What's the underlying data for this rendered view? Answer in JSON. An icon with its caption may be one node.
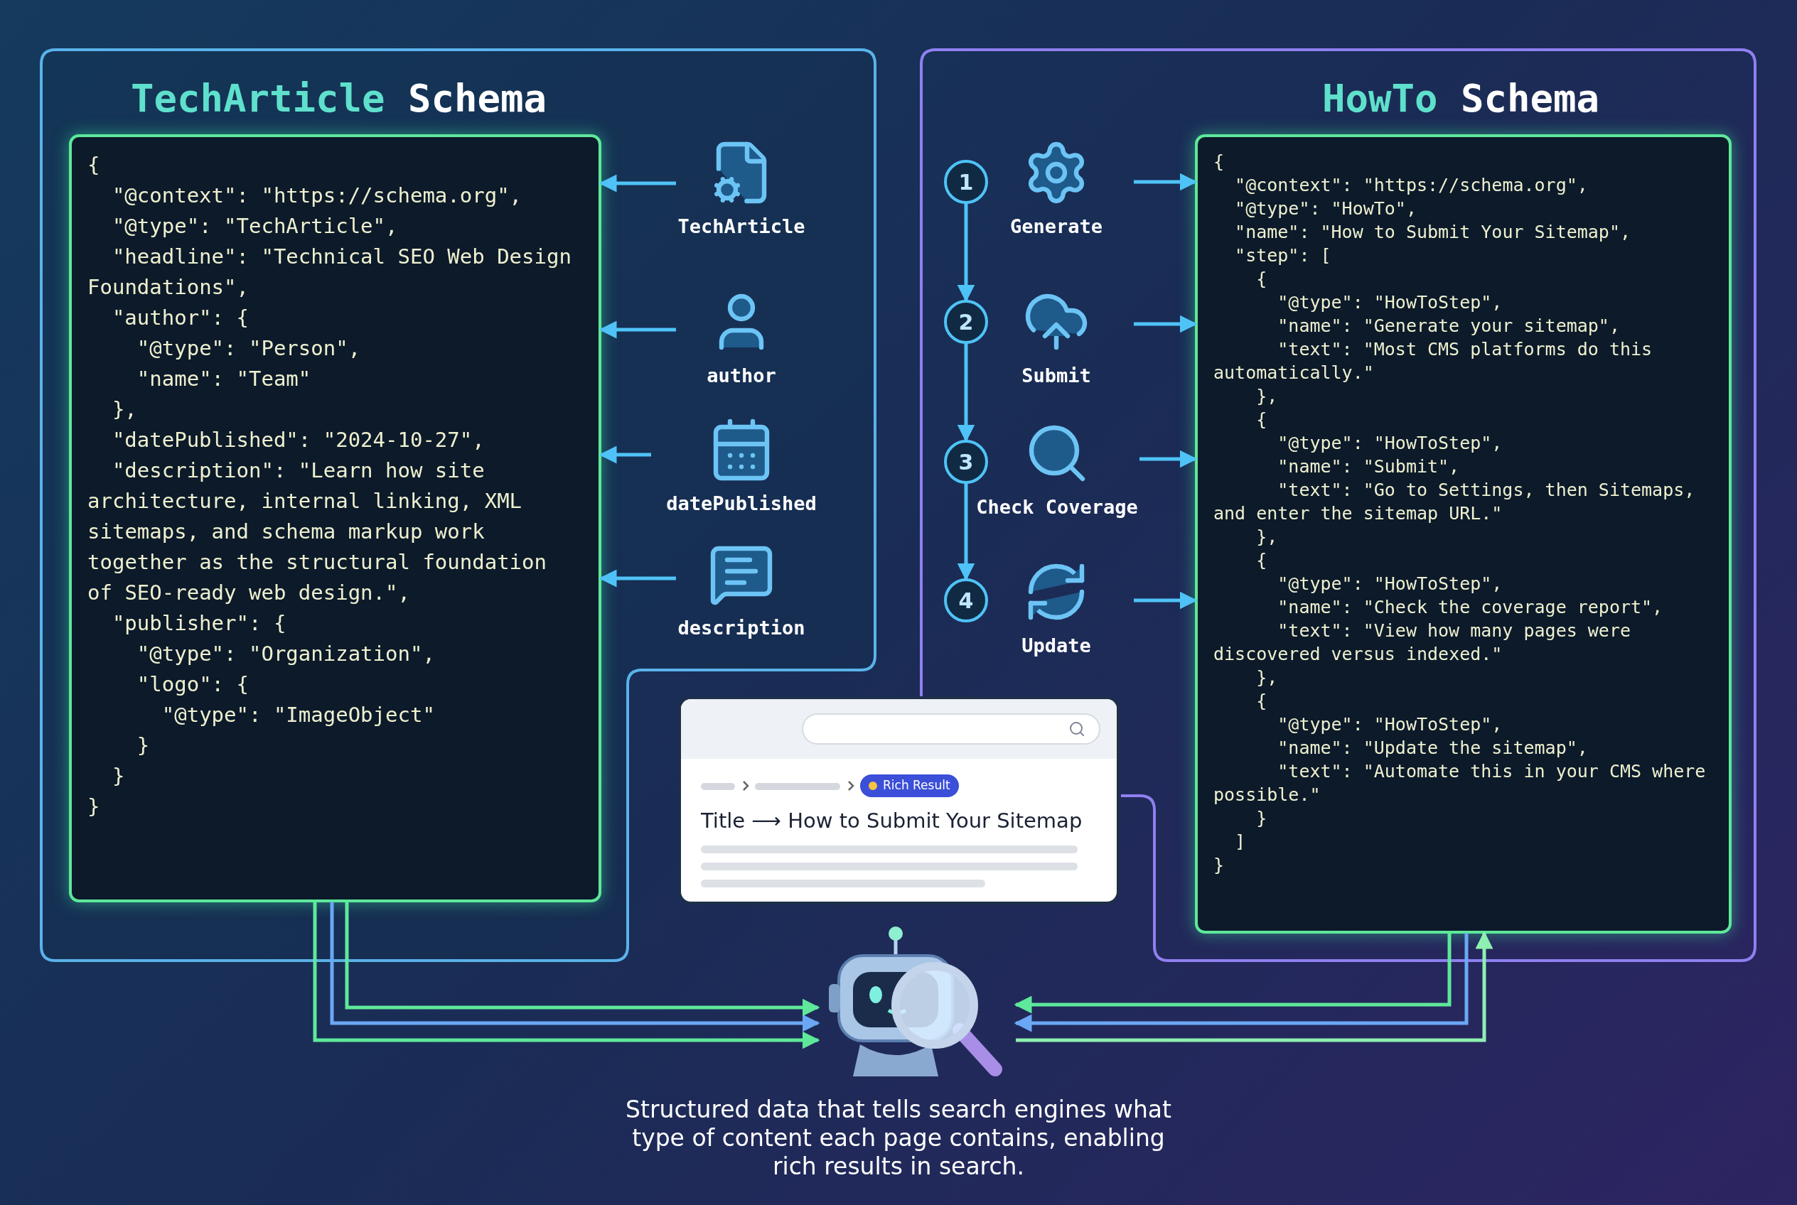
{
  "diagram": {
    "caption": "Structured data that tells search engines what type of content each page contains, enabling rich results in search.",
    "nodes": [
      {
        "text": [
          "TechArticle",
          "Schema"
        ]
      },
      {
        "text": [
          "{",
          "\"@context\": \"https://schema.org\",",
          "\"@type\": \"TechArticle\",",
          "\"headline\": \"Technical SEO Web Design Foundations\",",
          "\"author\": {",
          "\"@type\": \"Person\",",
          "\"name\": \"Team\"",
          "},",
          "\"datePublished\": \"2024-10-27\",",
          "\"description\": \"Learn how site architecture, internal linking, XML sitemaps, and schema markup work together as the structural foundation of SEO-ready web design.\",",
          "\"publisher\": {",
          "\"@type\": \"Organization\",",
          "\"logo\": {",
          "\"@type\": \"ImageObject\"",
          "}",
          "}",
          "}"
        ],
        "in": 0
      },
      {
        "text": [
          "TechArticle"
        ],
        "in": 0
      },
      {
        "text": [
          "author"
        ],
        "in": 0
      },
      {
        "text": [
          "datePublished"
        ],
        "in": 0
      },
      {
        "text": [
          "description"
        ],
        "in": 0
      },
      {
        "text": [
          "HowTo",
          "Schema"
        ]
      },
      {
        "text": [
          "1"
        ],
        "in": 6
      },
      {
        "text": [
          "Generate"
        ],
        "in": 6
      },
      {
        "text": [
          "2"
        ],
        "in": 6
      },
      {
        "text": [
          "Submit"
        ],
        "in": 6
      },
      {
        "text": [
          "3"
        ],
        "in": 6
      },
      {
        "text": [
          "Check Coverage"
        ],
        "in": 6
      },
      {
        "text": [
          "4"
        ],
        "in": 6
      },
      {
        "text": [
          "Update"
        ],
        "in": 6
      },
      {
        "text": [
          "{",
          "\"@context\": \"https://schema.org\",",
          "\"@type\": \"HowTo\",",
          "\"name\": \"How to Submit Your Sitemap\",",
          "\"step\": [",
          "{",
          "\"@type\": \"HowToStep\",",
          "\"name\": \"Generate your sitemap\",",
          "\"text\": \"Most CMS platforms do this automatically.\"",
          "},",
          "{",
          "\"@type\": \"HowToStep\",",
          "\"name\": \"Submit\",",
          "\"text\": \"Go to Settings, then Sitemaps, and enter the sitemap URL.\"",
          "},",
          "{",
          "\"@type\": \"HowToStep\",",
          "\"name\": \"Check the coverage report\",",
          "\"text\": \"View how many pages were discovered versus indexed.\"",
          "},",
          "{",
          "\"@type\": \"HowToStep\",",
          "\"name\": \"Update the sitemap\",",
          "\"text\": \"Automate this in your CMS where possible.\"",
          "}",
          "]",
          "}"
        ],
        "in": 6
      },
      {
        "text": [
          "Rich Result",
          "Title ⟶ How to Submit Your Sitemap"
        ]
      },
      {
        "text": [],
        "shape": "picture"
      }
    ],
    "edges": [
      {
        "from": 2,
        "to": 1,
        "arrow": "to"
      },
      {
        "from": 3,
        "to": 1,
        "arrow": "to"
      },
      {
        "from": 4,
        "to": 1,
        "arrow": "to"
      },
      {
        "from": 5,
        "to": 1,
        "arrow": "to"
      },
      {
        "from": 7,
        "to": 9,
        "arrow": "to"
      },
      {
        "from": 9,
        "to": 11,
        "arrow": "to"
      },
      {
        "from": 11,
        "to": 13,
        "arrow": "to"
      },
      {
        "from": 8,
        "to": 15,
        "arrow": "to"
      },
      {
        "from": 10,
        "to": 15,
        "arrow": "to"
      },
      {
        "from": 12,
        "to": 15,
        "arrow": "to"
      },
      {
        "from": 14,
        "to": 15,
        "arrow": "to"
      },
      {
        "from": 1,
        "to": 17,
        "arrow": "to",
        "color": "#5ee89a"
      },
      {
        "from": 1,
        "to": 17,
        "arrow": "to",
        "color": "#6aa8f5"
      },
      {
        "from": 1,
        "to": 17,
        "arrow": "to",
        "color": "#5ee89a"
      },
      {
        "from": 15,
        "to": 17,
        "arrow": "to",
        "color": "#5ee89a"
      },
      {
        "from": 15,
        "to": 17,
        "arrow": "to",
        "color": "#6aa8f5"
      },
      {
        "from": 17,
        "to": 15,
        "arrow": "to",
        "color": "#8ef0b0"
      }
    ]
  }
}
